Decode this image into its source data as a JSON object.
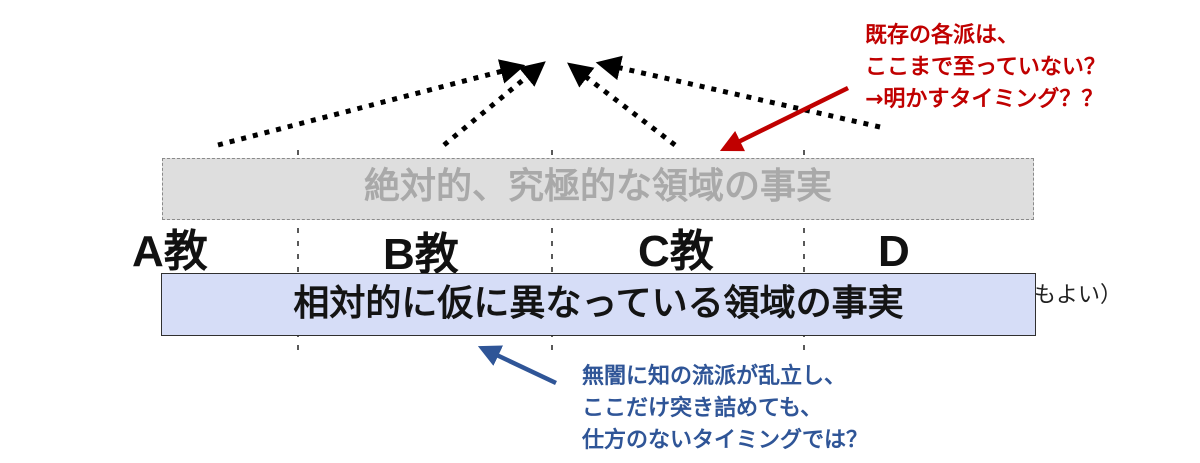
{
  "diagram": {
    "absolute_label": "絶対的、究極的な領域の事実",
    "relative_label": "相対的に仮に異なっている領域の事実",
    "sections": [
      "A教",
      "B教",
      "C教",
      "D"
    ],
    "hidden_note": "もよい）",
    "red_note": {
      "lines": [
        "既存の各派は、",
        "ここまで至っていない？",
        "→明かすタイミング？？"
      ]
    },
    "blue_note": {
      "lines": [
        "無闇に知の流派が乱立し、",
        "ここだけ突き詰めても、",
        "仕方のないタイミングでは？"
      ]
    },
    "colors": {
      "red_accent": "#c00000",
      "blue_accent": "#2f5597",
      "absolute_fill": "#dedede",
      "relative_fill": "#d6ddf7"
    }
  }
}
